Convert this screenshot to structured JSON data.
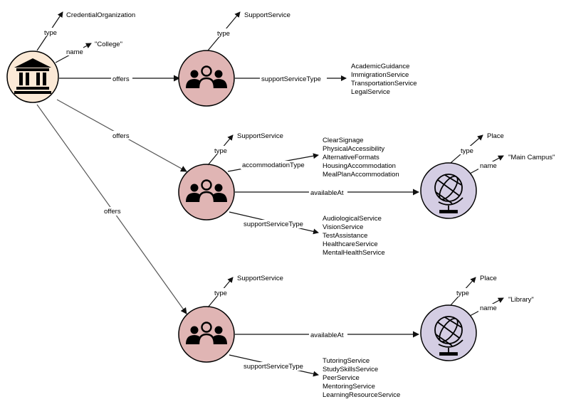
{
  "colors": {
    "organization_fill": "#fbe9d6",
    "service_fill": "#e0b5b4",
    "place_fill": "#d4cde3",
    "stroke": "#000000",
    "edge": "#555555"
  },
  "icons": {
    "organization": "institution-building-icon",
    "service": "people-group-icon",
    "place": "globe-icon"
  },
  "org": {
    "type_edge": "type",
    "type_value": "CredentialOrganization",
    "name_edge": "name",
    "name_value": "\"College\""
  },
  "offers_label": "offers",
  "service1": {
    "type_edge": "type",
    "type_value": "SupportService",
    "sst_edge": "supportServiceType",
    "sst_values": [
      "AcademicGuidance",
      "ImmigrationService",
      "TransportationService",
      "LegalService"
    ]
  },
  "service2": {
    "type_edge": "type",
    "type_value": "SupportService",
    "acc_edge": "accommodationType",
    "acc_values": [
      "ClearSignage",
      "PhysicalAccessibility",
      "AlternativeFormats",
      "HousingAccommodation",
      "MealPlanAccommodation"
    ],
    "available_edge": "availableAt",
    "sst_edge": "supportServiceType",
    "sst_values": [
      "AudiologicalService",
      "VisionService",
      "TestAssistance",
      "HealthcareService",
      "MentalHealthService"
    ]
  },
  "place1": {
    "type_edge": "type",
    "type_value": "Place",
    "name_edge": "name",
    "name_value": "\"Main Campus\""
  },
  "service3": {
    "type_edge": "type",
    "type_value": "SupportService",
    "available_edge": "availableAt",
    "sst_edge": "supportServiceType",
    "sst_values": [
      "TutoringService",
      "StudySkillsService",
      "PeerService",
      "MentoringService",
      "LearningResourceService"
    ]
  },
  "place2": {
    "type_edge": "type",
    "type_value": "Place",
    "name_edge": "name",
    "name_value": "\"Library\""
  }
}
